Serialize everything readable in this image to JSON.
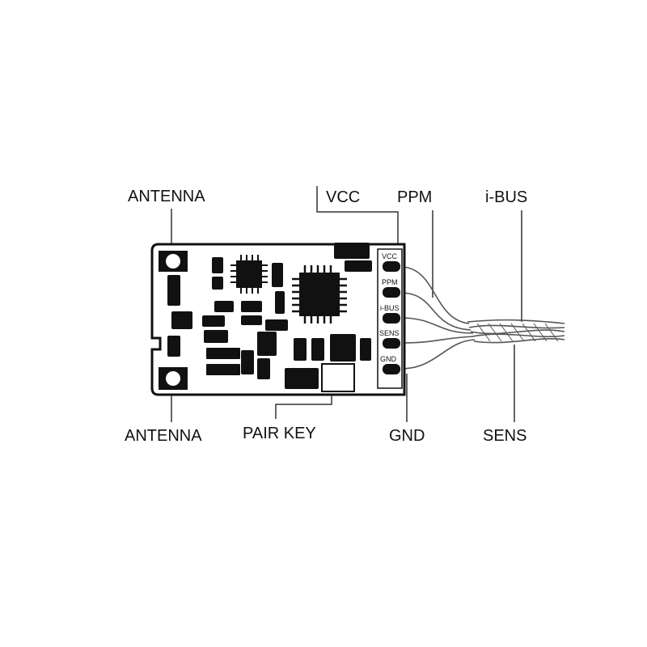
{
  "labels": {
    "antenna_top": "ANTENNA",
    "antenna_bottom": "ANTENNA",
    "vcc": "VCC",
    "ppm": "PPM",
    "ibus": "i-BUS",
    "pair_key": "PAIR KEY",
    "gnd": "GND",
    "sens": "SENS"
  },
  "pins": [
    "VCC",
    "PPM",
    "i-BUS",
    "SENS",
    "GND"
  ]
}
